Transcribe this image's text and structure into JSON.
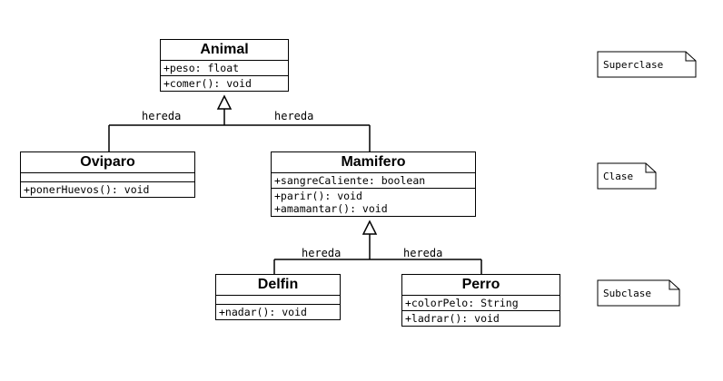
{
  "classes": {
    "animal": {
      "name": "Animal",
      "attributes": [
        "+peso: float"
      ],
      "methods": [
        "+comer(): void"
      ]
    },
    "oviparo": {
      "name": "Oviparo",
      "attributes": [],
      "methods": [
        "+ponerHuevos(): void"
      ]
    },
    "mamifero": {
      "name": "Mamifero",
      "attributes": [
        "+sangreCaliente: boolean"
      ],
      "methods": [
        "+parir(): void",
        "+amamantar(): void"
      ]
    },
    "delfin": {
      "name": "Delfin",
      "attributes": [],
      "methods": [
        "+nadar(): void"
      ]
    },
    "perro": {
      "name": "Perro",
      "attributes": [
        "+colorPelo: String"
      ],
      "methods": [
        "+ladrar(): void"
      ]
    }
  },
  "relations": {
    "oviparo_animal": "hereda",
    "mamifero_animal": "hereda",
    "delfin_mamifero": "hereda",
    "perro_mamifero": "hereda"
  },
  "notes": {
    "superclase": "Superclase",
    "clase": "Clase",
    "subclase": "Subclase"
  }
}
